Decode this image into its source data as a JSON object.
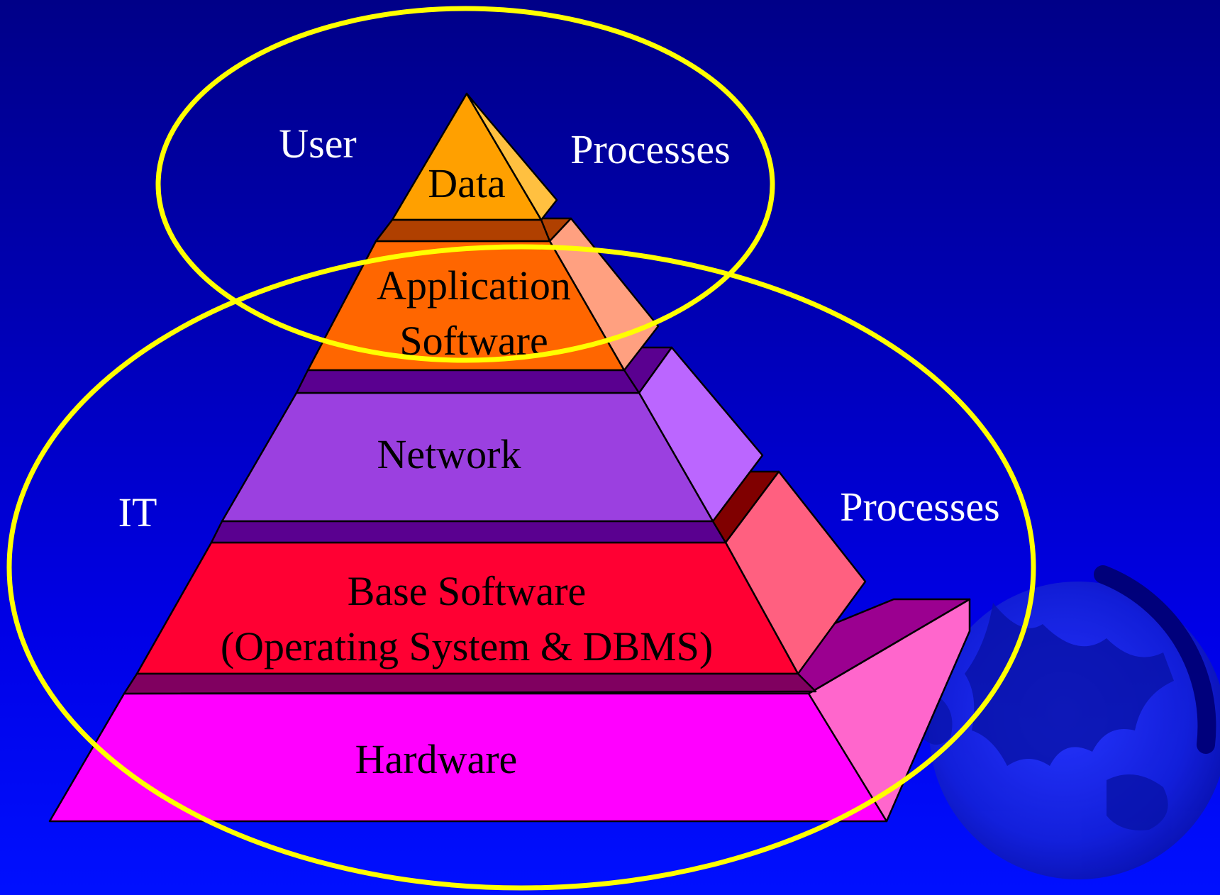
{
  "diagram": {
    "layers": [
      {
        "id": "data",
        "label": "Data",
        "color": "#ffa000"
      },
      {
        "id": "application",
        "label_line1": "Application",
        "label_line2": "Software",
        "color": "#ff6600"
      },
      {
        "id": "network",
        "label": "Network",
        "color": "#9b40e0"
      },
      {
        "id": "base",
        "label_line1": "Base Software",
        "label_line2": "(Operating System & DBMS)",
        "color": "#ff0033"
      },
      {
        "id": "hardware",
        "label": "Hardware",
        "color": "#ff00ff"
      }
    ],
    "user_group": {
      "label_left": "User",
      "label_right": "Processes",
      "ring_color": "#ffff00"
    },
    "it_group": {
      "label_left": "IT",
      "label_right": "Processes",
      "ring_color": "#ffff00"
    }
  },
  "decoration": {
    "icon": "globe-icon"
  }
}
